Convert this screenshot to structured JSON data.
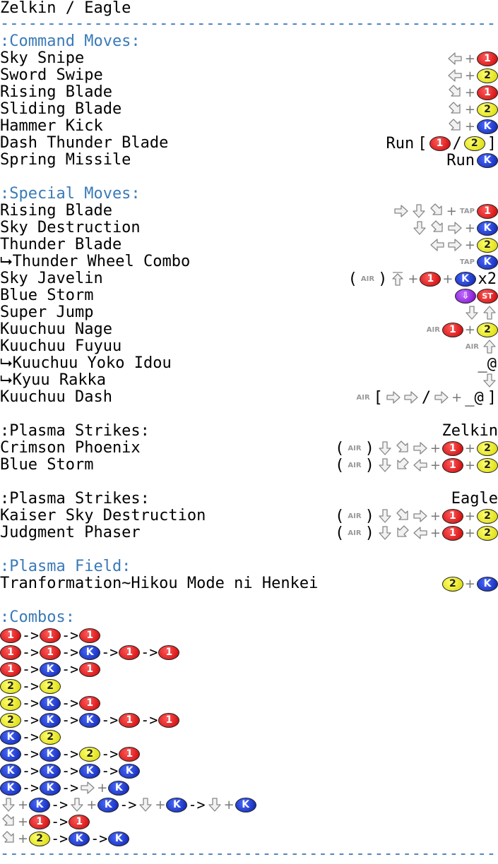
{
  "title": "Zelkin / Eagle",
  "divider": "------------------------------------------------------------",
  "headers": {
    "command": ":Command Moves:",
    "special": ":Special Moves:",
    "plasma1": ":Plasma Strikes:",
    "plasma1_right": "Zelkin",
    "plasma2": ":Plasma Strikes:",
    "plasma2_right": "Eagle",
    "field": ":Plasma Field:",
    "combos": ":Combos:"
  },
  "labels": {
    "button_p": "1",
    "button_s": "2",
    "button_k": "K",
    "button_st": "ST",
    "tap": "TAP",
    "air": "AIR",
    "run": "Run",
    "x2": "x2",
    "at": "_@"
  },
  "command_moves": [
    {
      "name": "Sky Snipe"
    },
    {
      "name": "Sword Swipe"
    },
    {
      "name": "Rising Blade"
    },
    {
      "name": "Sliding Blade"
    },
    {
      "name": "Hammer Kick"
    },
    {
      "name": "Dash Thunder Blade"
    },
    {
      "name": "Spring Missile"
    }
  ],
  "special_moves": [
    {
      "name": "Rising Blade"
    },
    {
      "name": "Sky Destruction"
    },
    {
      "name": "Thunder Blade"
    },
    {
      "name": "⮡Thunder Wheel Combo"
    },
    {
      "name": "Sky Javelin"
    },
    {
      "name": "Blue Storm"
    },
    {
      "name": "Super Jump"
    },
    {
      "name": "Kuuchuu Nage"
    },
    {
      "name": "Kuuchuu Fuyuu"
    },
    {
      "name": "⮡Kuuchuu Yoko Idou"
    },
    {
      "name": "⮡Kyuu Rakka"
    },
    {
      "name": "Kuuchuu Dash"
    }
  ],
  "plasma_zelkin": [
    {
      "name": "Crimson Phoenix"
    },
    {
      "name": "Blue Storm"
    }
  ],
  "plasma_eagle": [
    {
      "name": "Kaiser Sky Destruction"
    },
    {
      "name": "Judgment Phaser"
    }
  ],
  "plasma_field": [
    {
      "name": "Tranformation~Hikou Mode ni Henkei"
    }
  ],
  "colors": {
    "header": "#3a7ab8",
    "button_p": "#c80000",
    "button_k": "#0a1ea8",
    "button_s": "#d6d600"
  }
}
